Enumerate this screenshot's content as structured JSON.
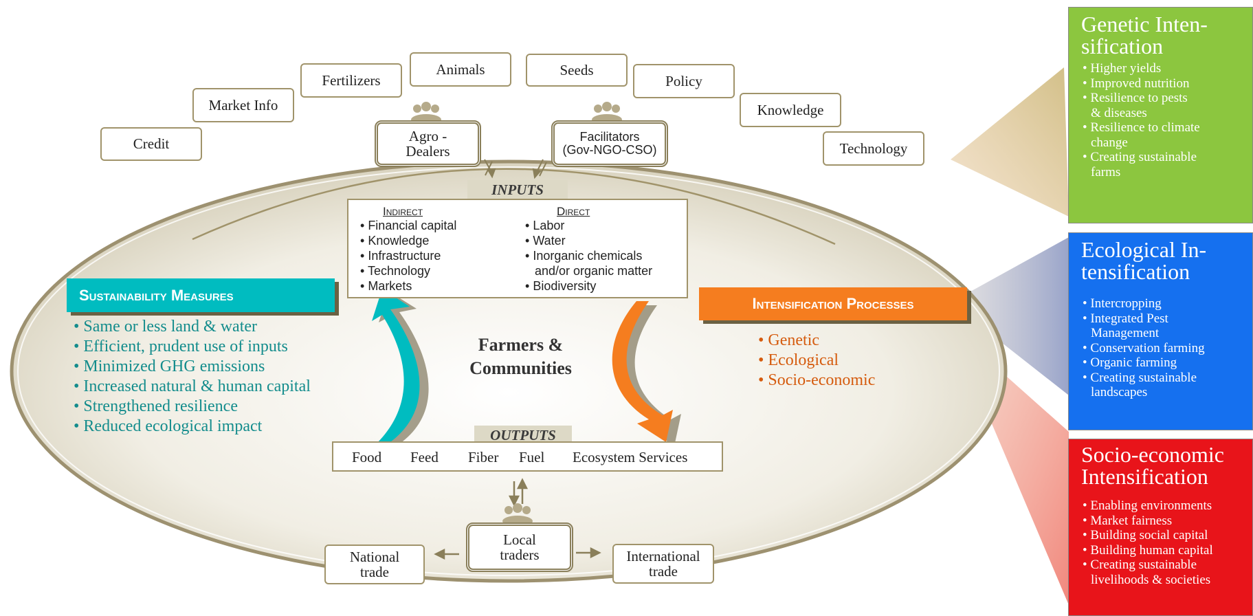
{
  "top_inputs": [
    "Credit",
    "Market Info",
    "Fertilizers",
    "Animals",
    "Seeds",
    "Policy",
    "Knowledge",
    "Technology"
  ],
  "hubs": {
    "agro_dealers": "Agro -\nDealers",
    "facilitators": "Facilitators\n(Gov-NGO-CSO)",
    "local_traders": "Local\ntraders"
  },
  "inputs": {
    "title": "INPUTS",
    "indirect_heading": "Indirect",
    "direct_heading": "Direct",
    "indirect": [
      "Financial capital",
      "Knowledge",
      "Infrastructure",
      "Technology",
      "Markets"
    ],
    "direct": [
      "Labor",
      "Water",
      "Inorganic chemicals\nand/or organic matter",
      "Biodiversity"
    ]
  },
  "center_label": "Farmers &\nCommunities",
  "sustainability": {
    "title": "Sustainability Measures",
    "items": [
      "Same or less land & water",
      "Efficient, prudent use of inputs",
      "Minimized GHG emissions",
      "Increased natural & human capital",
      "Strengthened resilience",
      "Reduced ecological impact"
    ]
  },
  "intensification": {
    "title": "Intensification Processes",
    "items": [
      "Genetic",
      "Ecological",
      "Socio-economic"
    ]
  },
  "outputs": {
    "title": "OUTPUTS",
    "items": [
      "Food",
      "Feed",
      "Fiber",
      "Fuel",
      "Ecosystem Services"
    ]
  },
  "trade": {
    "national": "National\ntrade",
    "international": "International\ntrade"
  },
  "panels": [
    {
      "title": "Genetic Inten-\nsification",
      "color": "#8cc63f",
      "items": [
        "Higher yields",
        "Improved nutrition",
        "Resilience to pests\n& diseases",
        "Resilience to climate\nchange",
        "Creating sustainable\nfarms"
      ]
    },
    {
      "title": "Ecological In-\ntensification",
      "color": "#1570ef",
      "items": [
        "Intercropping",
        "Integrated Pest\nManagement",
        "Conservation farming",
        "Organic farming",
        "Creating sustainable\nlandscapes"
      ]
    },
    {
      "title": "Socio-economic\nIntensification",
      "color": "#e8141a",
      "items": [
        "Enabling environments",
        "Market fairness",
        "Building social capital",
        "Building human capital",
        "Creating sustainable\nlivelihoods & societies"
      ]
    }
  ],
  "colors": {
    "teal": "#00b6b6",
    "orange": "#f47c20",
    "olive": "#8a7f5a",
    "teal_text": "#138c8c",
    "orange_text": "#d55b0e"
  }
}
